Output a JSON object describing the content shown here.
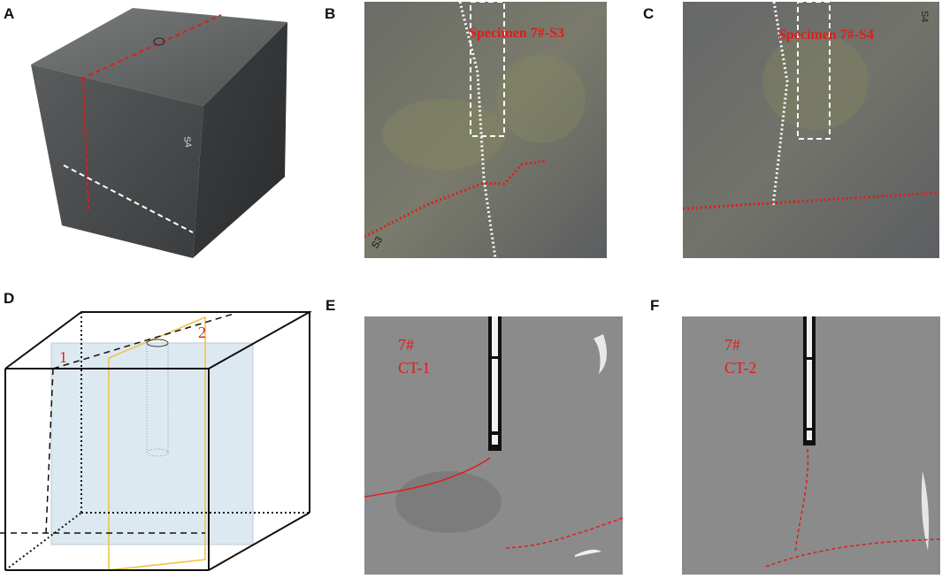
{
  "panels": {
    "A": {
      "letter": "A"
    },
    "B": {
      "letter": "B",
      "label": "Specimen 7#-S3",
      "mark": "S3"
    },
    "C": {
      "letter": "C",
      "label": "Specimen 7#-S4",
      "mark": "S4"
    },
    "D": {
      "letter": "D",
      "plane1": "1",
      "plane2": "2"
    },
    "E": {
      "letter": "E",
      "line1": "7#",
      "line2": "CT-1"
    },
    "F": {
      "letter": "F",
      "line1": "7#",
      "line2": "CT-2"
    }
  },
  "colors": {
    "crack_red": "#e31b1b",
    "rock_gray": "#5d5f61",
    "plane_blue": "#cfe0ec",
    "plane_yellow": "#f0c23a",
    "ct_gray": "#8b8b8b"
  }
}
